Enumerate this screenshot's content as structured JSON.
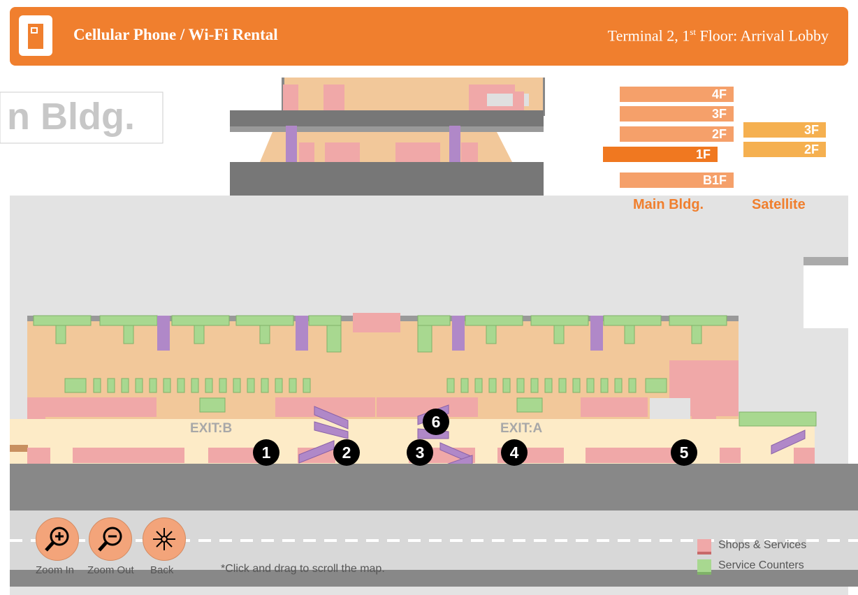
{
  "header": {
    "title": "Cellular Phone / Wi-Fi Rental",
    "location_prefix": "Terminal 2, 1",
    "location_sup": "st",
    "location_suffix": " Floor: Arrival Lobby",
    "logo_icon": "rental-counter-icon"
  },
  "map": {
    "building_watermark": "n Bldg.",
    "floor_selector": {
      "main_label": "Main Bldg.",
      "satellite_label": "Satellite",
      "main_floors": [
        "4F",
        "3F",
        "2F",
        "1F",
        "B1F"
      ],
      "satellite_floors": [
        "3F",
        "2F"
      ],
      "active_floor": "1F"
    },
    "exits": [
      "EXIT:B",
      "EXIT:A"
    ],
    "markers": [
      "1",
      "2",
      "3",
      "4",
      "5",
      "6"
    ]
  },
  "controls": {
    "zoom_in": "Zoom In",
    "zoom_out": "Zoom Out",
    "back": "Back",
    "hint": "*Click and drag to scroll the map."
  },
  "legend": {
    "shops": "Shops & Services",
    "counters": "Service Counters"
  },
  "colors": {
    "accent": "#f07f2e",
    "shops": "#f0a8a8",
    "counters": "#a8d890",
    "floor_area": "#f2c89a",
    "escalator": "#b088c8"
  }
}
